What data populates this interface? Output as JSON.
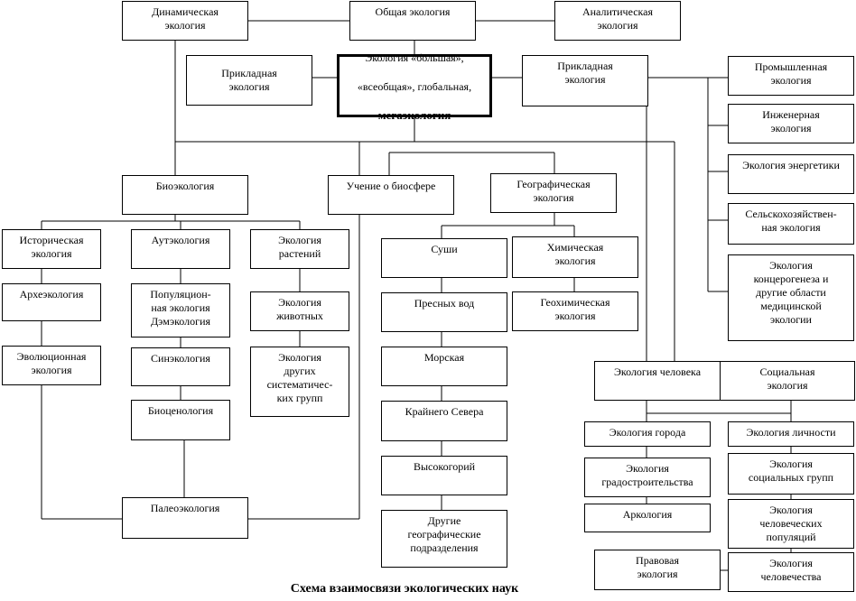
{
  "caption": "Схема взаимосвязи экологических наук",
  "nodes": {
    "dynamic": "Динамическая\nэкология",
    "general": "Общая экология",
    "analytic": "Аналитическая\nэкология",
    "applied_left": "Прикладная\nэкология",
    "mega_line1": "Экология «большая»,",
    "mega_line2": "«всеобщая», глобальная,",
    "mega_line3": "мегаэкология",
    "applied_right": "Прикладная\nэкология",
    "industrial": "Промышленная\nэкология",
    "engineering": "Инженерная\nэкология",
    "energy": "Экология энергетики",
    "agricultural": "Сельскохозяйствен-\nная экология",
    "concerogenesis": "Экология\nконцерогенеза и\nдругие области\nмедицинской\nэкологии",
    "bioecology": "Биоэкология",
    "biosphere": "Учение о биосфере",
    "geographic": "Географическая\nэкология",
    "historical": "Историческая\nэкология",
    "autecology": "Аутэкология",
    "plant": "Экология\nрастений",
    "archaeo": "Археэкология",
    "population": "Популяцион-\nная экология\nДэмэкология",
    "animal": "Экология\nживотных",
    "evolution": "Эволюционная\nэкология",
    "synecology": "Синэкология",
    "other_groups": "Экология\nдругих\nсистематичес-\nких групп",
    "biocenology": "Биоценология",
    "paleo": "Палеоэкология",
    "land": "Суши",
    "chemical": "Химическая\nэкология",
    "fresh": "Пресных вод",
    "geochemical": "Геохимическая\nэкология",
    "marine": "Морская",
    "north": "Крайнего Севера",
    "highlands": "Высокогорий",
    "other_geo": "Другие\nгеографические\nподразделения",
    "human": "Экология человека",
    "social": "Социальная\nэкология",
    "city": "Экология города",
    "personality": "Экология личности",
    "urban_planning": "Экология\nградостроительства",
    "social_groups": "Экология\nсоциальных групп",
    "arcology": "Аркология",
    "human_pop": "Экология\nчеловеческих\nпопуляций",
    "legal": "Правовая\nэкология",
    "humanity": "Экология\nчеловечества"
  }
}
